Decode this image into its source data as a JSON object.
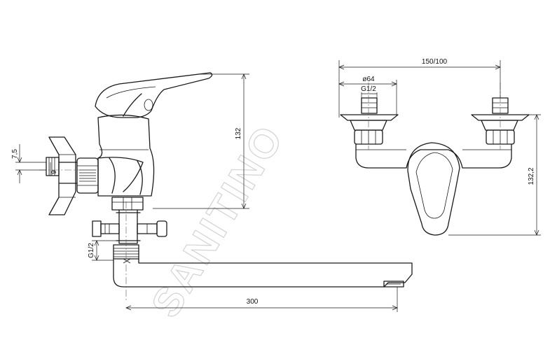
{
  "watermark": "SANITINO",
  "side_view": {
    "dim_height": "132",
    "dim_offset": "7,5",
    "dim_small": "9",
    "dim_thread": "G1/2",
    "dim_spout_length": "300"
  },
  "front_view": {
    "dim_center_distance": "150/100",
    "dim_diameter": "ø64",
    "dim_thread": "G1/2",
    "dim_height": "132,2"
  }
}
